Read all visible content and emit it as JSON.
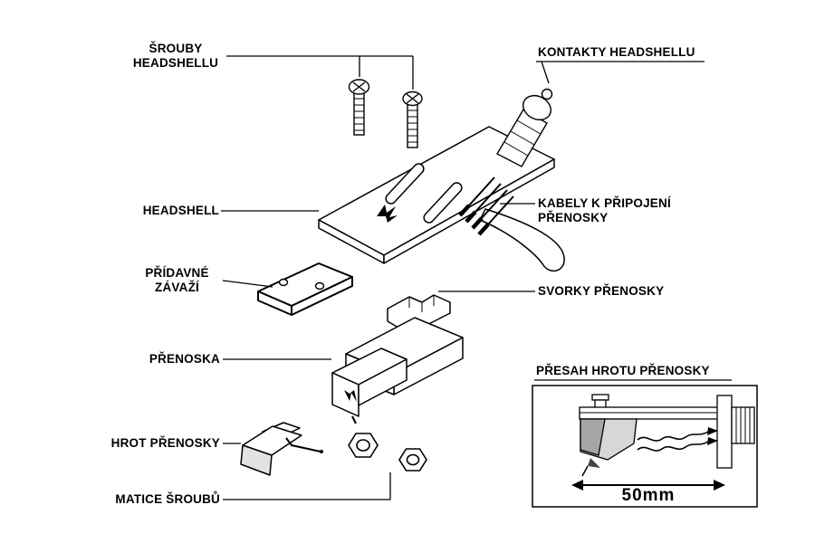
{
  "labels": {
    "srouby": "ŠROUBY\nHEADSHELLU",
    "kontakty": "KONTAKTY HEADSHELLU",
    "headshell": "HEADSHELL",
    "kabely": "KABELY K PŘIPOJENÍ\nPŘENOSKY",
    "zavazi": "PŘÍDAVNÉ\nZÁVAŽÍ",
    "svorky": "SVORKY PŘENOSKY",
    "prenoska": "PŘENOSKA",
    "hrot": "HROT PŘENOSKY",
    "matice": "MATICE ŠROUBŮ",
    "presah": "PŘESAH HROTU PŘENOSKY",
    "overhang": "50mm"
  },
  "colors": {
    "line": "#000000",
    "background": "#ffffff",
    "shade_light": "#d7d7d7",
    "shade_dark": "#a6a6a6"
  }
}
